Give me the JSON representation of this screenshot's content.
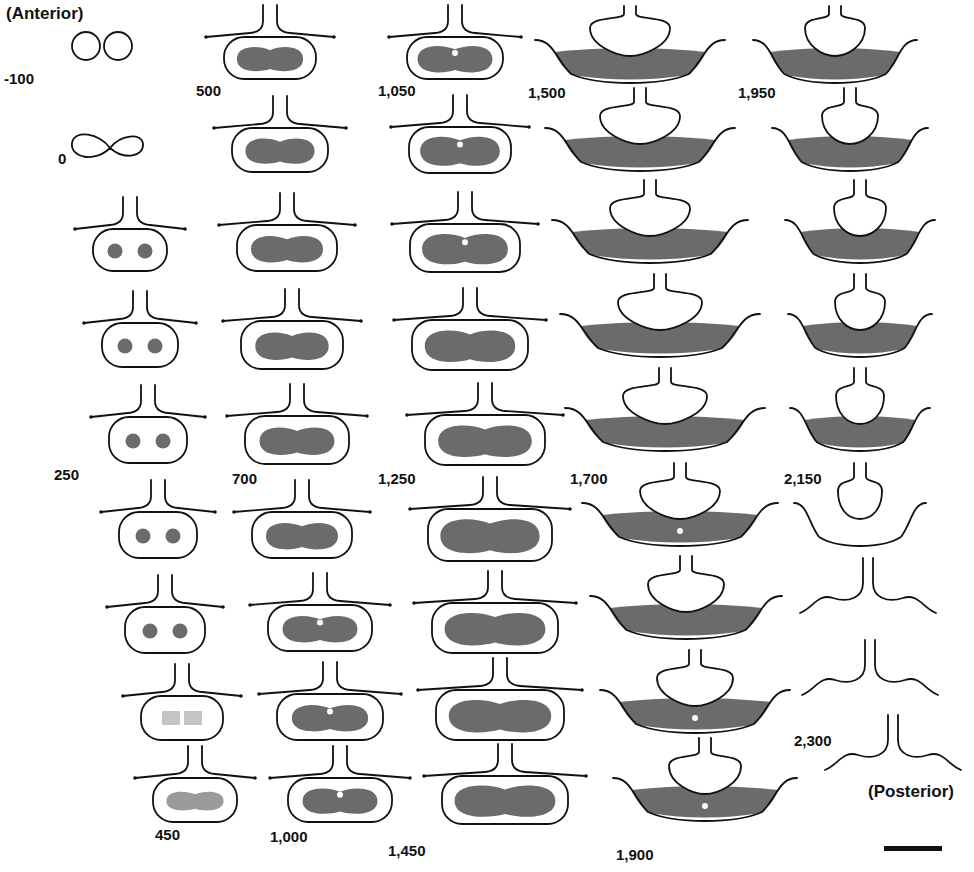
{
  "diagram": {
    "labels": [
      "(Anterior)",
      "-100",
      "500",
      "1,050",
      "1,500",
      "1,950",
      "0",
      "250",
      "700",
      "1,250",
      "1,700",
      "2,150",
      "450",
      "1,000",
      "1,450",
      "1,900",
      "2,300",
      "(Posterior)"
    ]
  }
}
